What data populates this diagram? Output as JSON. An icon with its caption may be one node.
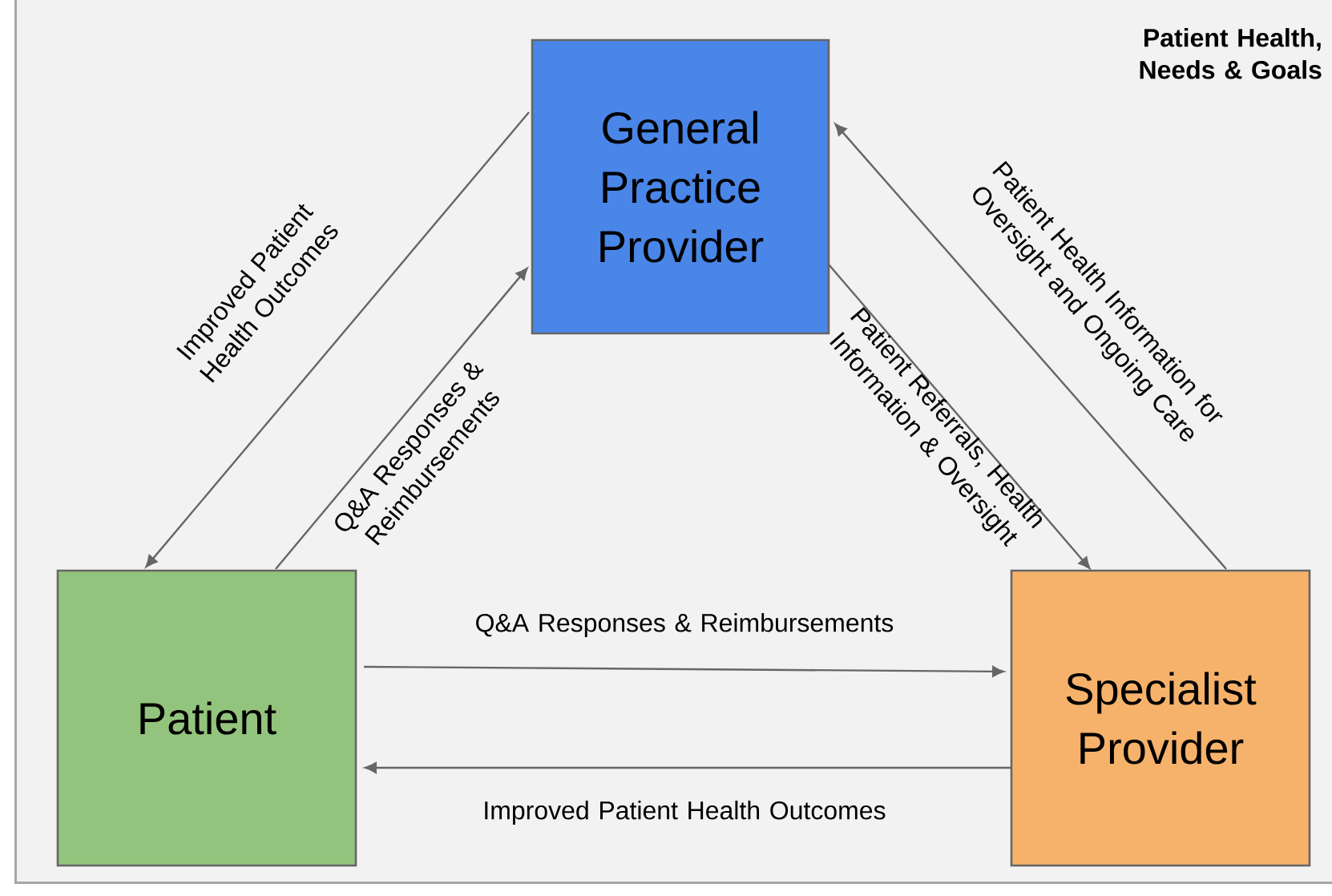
{
  "diagram": {
    "nodes": [
      {
        "text": [
          "Patient Health, Needs & Goals"
        ]
      },
      {
        "text": [
          "General Practice Provider"
        ],
        "in": 0
      },
      {
        "text": [
          "Patient"
        ],
        "in": 0
      },
      {
        "text": [
          "Specialist Provider"
        ],
        "in": 0
      }
    ],
    "edges": [
      {
        "from": 1,
        "to": 2,
        "arrow": "to",
        "label": "Improved Patient Health Outcomes"
      },
      {
        "from": 2,
        "to": 1,
        "arrow": "to",
        "label": "Q&A Responses & Reimbursements"
      },
      {
        "from": 1,
        "to": 3,
        "arrow": "to",
        "label": "Patient Referrals,  Health Information & Oversight"
      },
      {
        "from": 3,
        "to": 1,
        "arrow": "to",
        "label": "Patient Health Information for Oversight and Ongoing Care"
      },
      {
        "from": 2,
        "to": 3,
        "arrow": "to",
        "label": "Q&A Responses & Reimbursements"
      },
      {
        "from": 3,
        "to": 2,
        "arrow": "to",
        "label": "Improved Patient Health Outcomes"
      }
    ]
  }
}
